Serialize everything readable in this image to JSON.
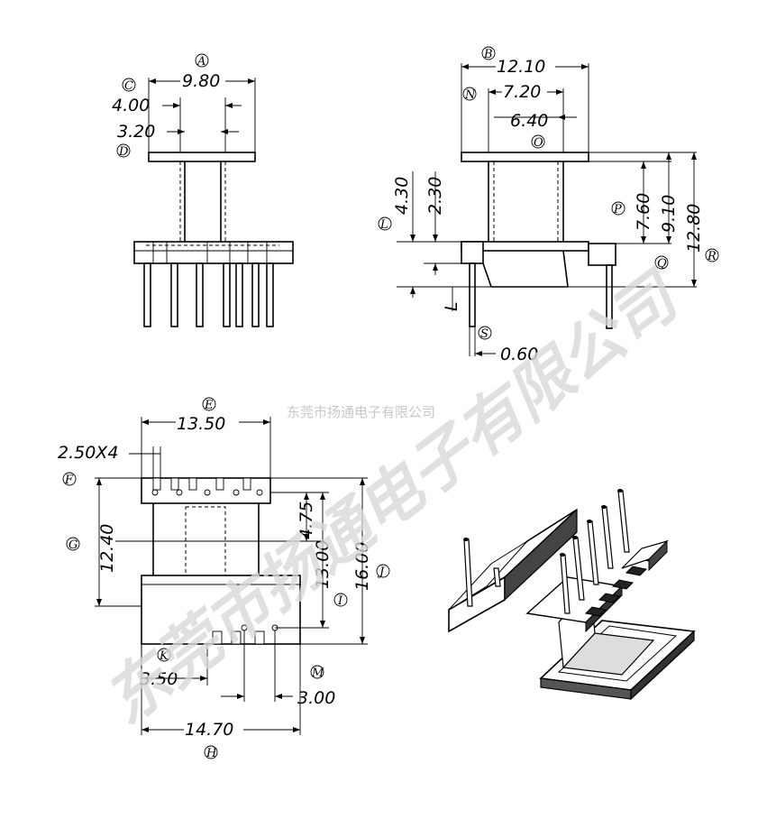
{
  "watermark": {
    "diagonal_text": "东莞市扬通电子有限公司",
    "small_text": "东莞市扬通电子有限公司"
  },
  "top_left_view": {
    "dims": {
      "A": "9.80",
      "C": "4.00",
      "D": "3.20"
    },
    "labels": {
      "A": "A",
      "C": "C",
      "D": "D"
    }
  },
  "top_right_view": {
    "dims": {
      "B": "12.10",
      "N": "7.20",
      "O": "6.40",
      "L1": "4.30",
      "L2": "2.30",
      "P": "7.60",
      "Q": "9.10",
      "R": "12.80",
      "L": "L",
      "S": "0.60"
    },
    "labels": {
      "B": "B",
      "N": "N",
      "O": "O",
      "L": "L",
      "P": "P",
      "Q": "Q",
      "R": "R",
      "S": "S"
    }
  },
  "bottom_view": {
    "dims": {
      "E": "13.50",
      "F": "2.50X4",
      "G": "12.40",
      "K1": "4.75",
      "I": "13.00",
      "J": "16.00",
      "K": "3.50",
      "M": "3.00",
      "H": "14.70"
    },
    "labels": {
      "E": "E",
      "F": "F",
      "G": "G",
      "I": "I",
      "J": "J",
      "K": "K",
      "M": "M",
      "H": "H"
    }
  }
}
